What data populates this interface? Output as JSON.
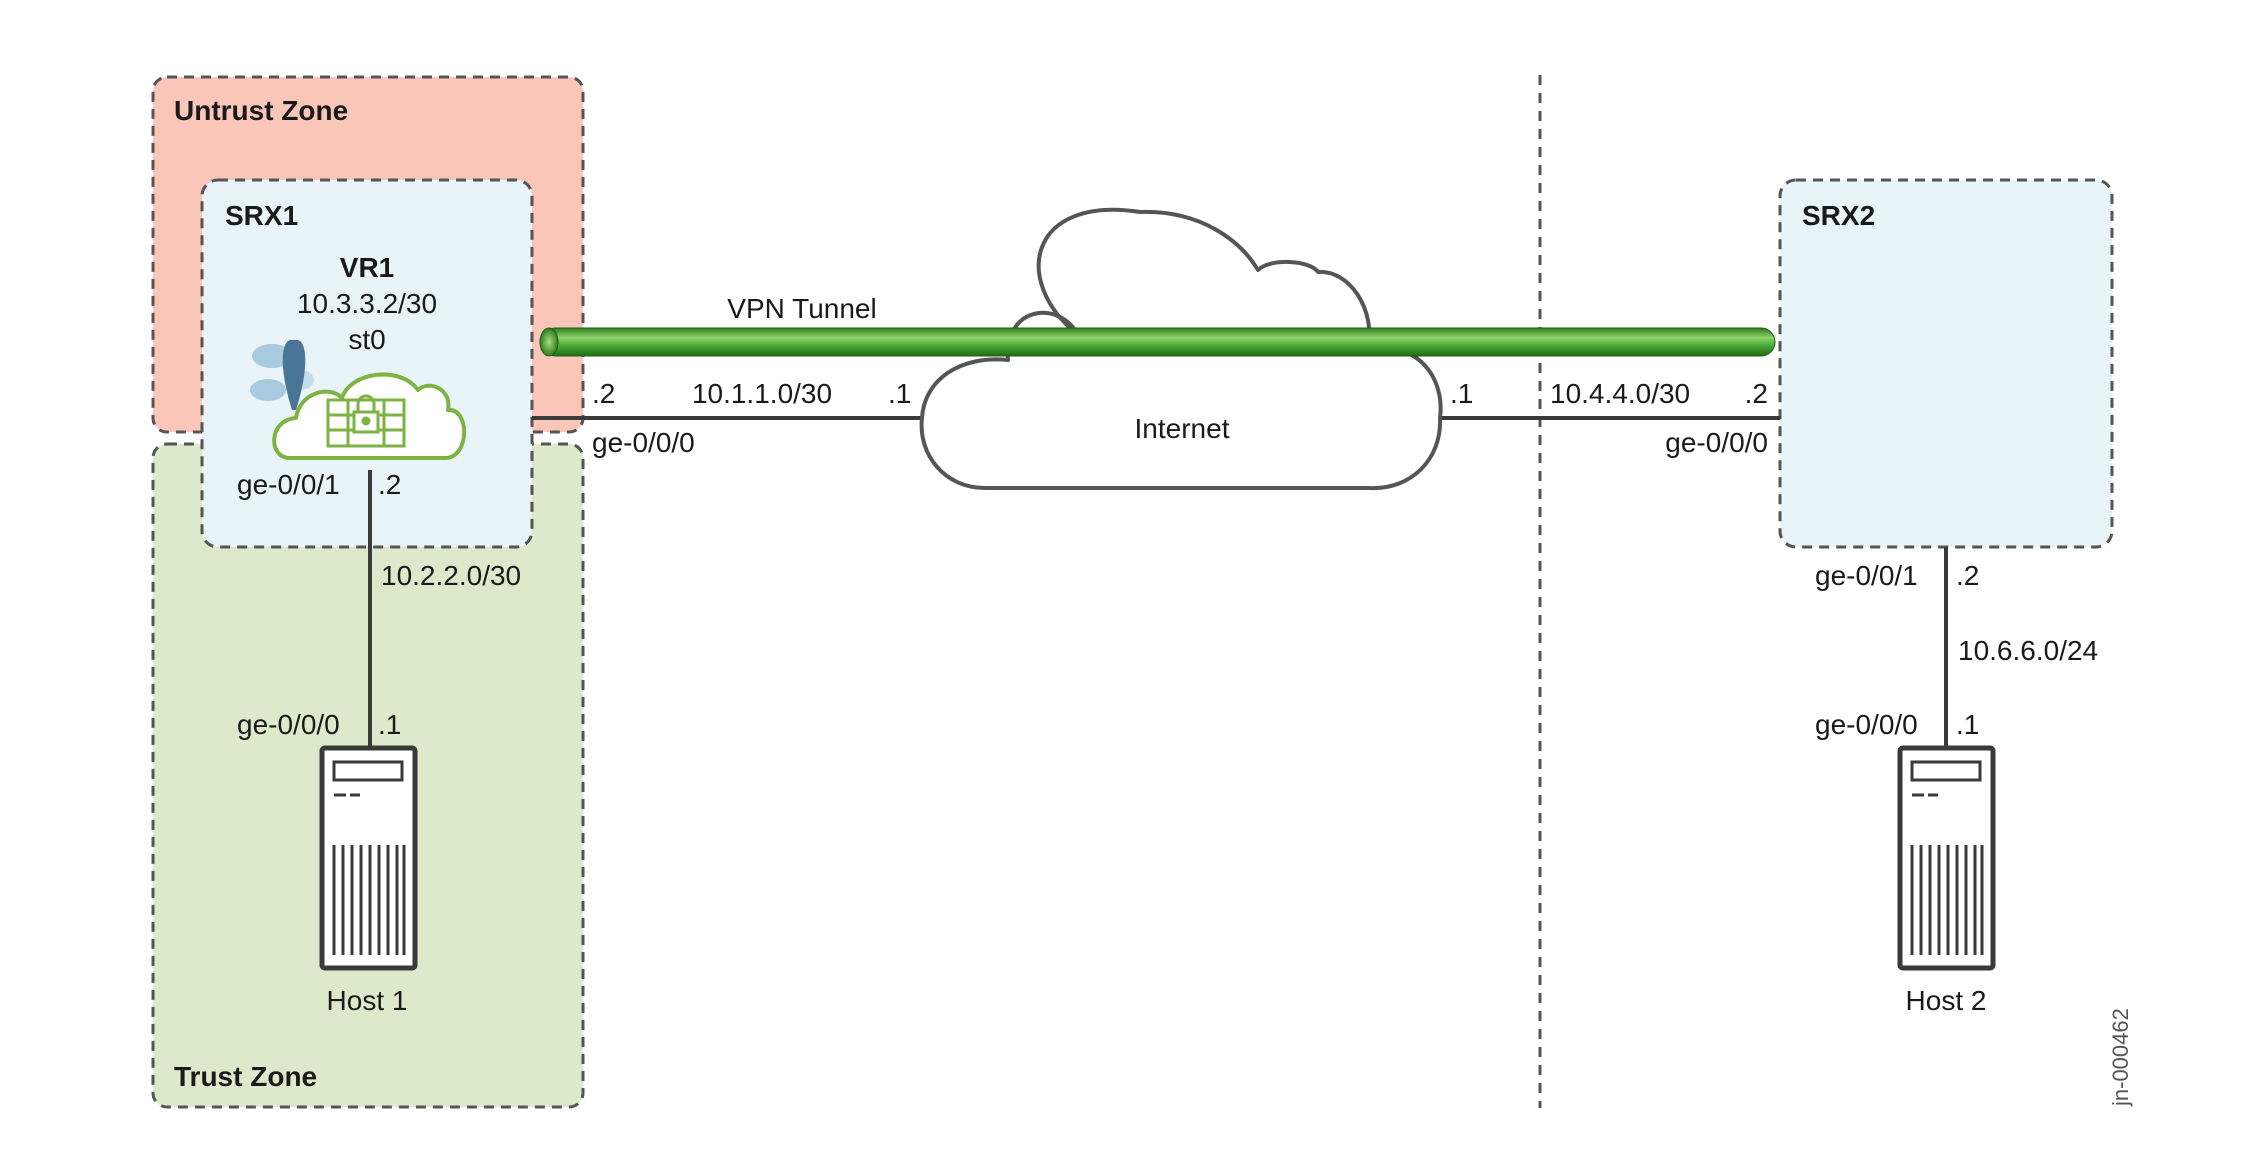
{
  "zones": {
    "untrust": "Untrust Zone",
    "trust": "Trust Zone"
  },
  "srx1": {
    "name": "SRX1",
    "vr": "VR1",
    "st0_ip": "10.3.3.2/30",
    "st0": "st0",
    "trust_iface": "ge-0/0/1",
    "trust_iface_ip": ".2",
    "trust_net": "10.2.2.0/30",
    "wan_iface": "ge-0/0/0",
    "wan_ip": ".2"
  },
  "wan_left": {
    "net": "10.1.1.0/30",
    "peer_ip": ".1"
  },
  "internet": {
    "label": "Internet"
  },
  "vpn": {
    "label": "VPN Tunnel"
  },
  "wan_right": {
    "peer_ip": ".1",
    "net": "10.4.4.0/30"
  },
  "srx2": {
    "name": "SRX2",
    "wan_ip": ".2",
    "wan_iface": "ge-0/0/0",
    "lan_iface": "ge-0/0/1",
    "lan_iface_ip": ".2",
    "lan_net": "10.6.6.0/24"
  },
  "host1": {
    "name": "Host 1",
    "iface": "ge-0/0/0",
    "ip": ".1"
  },
  "host2": {
    "name": "Host 2",
    "iface": "ge-0/0/0",
    "ip": ".1"
  },
  "figure_id": "jn-000462",
  "colors": {
    "untrust_fill": "#f9c6b9",
    "trust_fill": "#dde9cb",
    "srx_fill": "#e8f4f7",
    "tunnel": "#4caf3a",
    "firewall_icon": "#7cb342",
    "line": "#3a3a3a"
  }
}
